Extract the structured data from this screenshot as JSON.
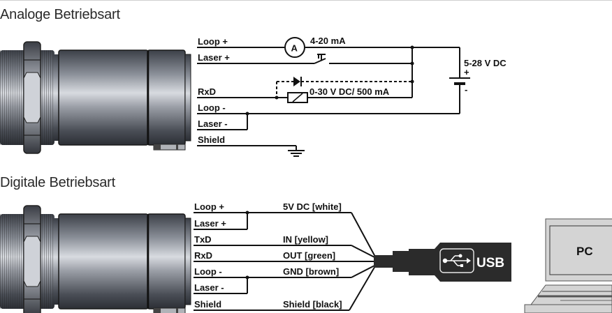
{
  "sections": {
    "analog": {
      "title": "Analoge Betriebsart",
      "pins": [
        "Loop +",
        "Laser +",
        "RxD",
        "Loop -",
        "Laser -",
        "Shield"
      ],
      "ammeter_symbol": "A",
      "current_range": "4-20 mA",
      "relay_output": "0-30 V DC/ 500 mA",
      "supply_voltage": "5-28 V DC",
      "supply_plus": "+",
      "supply_minus": "-"
    },
    "digital": {
      "title": "Digitale Betriebsart",
      "pins": [
        "Loop +",
        "Laser +",
        "TxD",
        "RxD",
        "Loop -",
        "Laser -",
        "Shield"
      ],
      "wires": [
        "5V DC [white]",
        "IN [yellow]",
        "OUT [green]",
        "GND [brown]",
        "Shield [black]"
      ],
      "usb_label": "USB",
      "pc_label": "PC"
    }
  },
  "icons": {
    "sensor": "sensor-device-icon",
    "ammeter": "ammeter-icon",
    "switch": "switch-icon",
    "diode": "diode-icon",
    "relay": "relay-coil-icon",
    "battery": "battery-icon",
    "ground": "ground-icon",
    "usb": "usb-plug-icon",
    "pc": "laptop-icon"
  },
  "colors": {
    "line": "#111111",
    "usb_body": "#2b2b2b",
    "pc_fill": "#d4d4d4",
    "title_text": "#2a2a2a"
  }
}
